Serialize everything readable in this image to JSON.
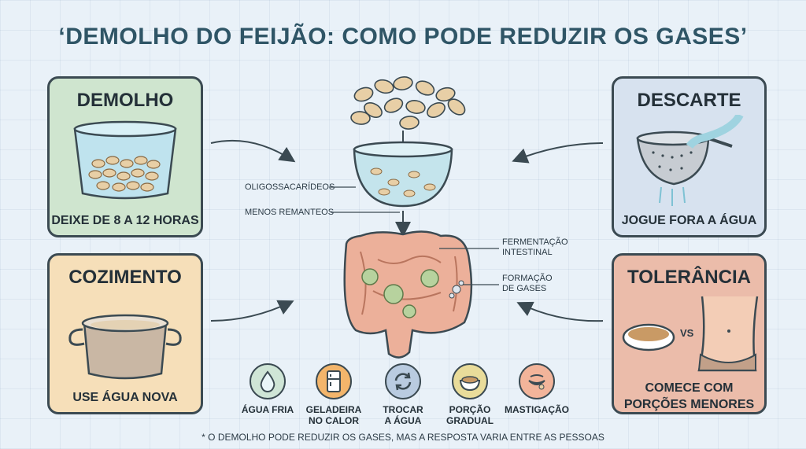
{
  "title": "‘DEMOLHO DO FEIJÃO: COMO PODE REDUZIR OS GASES’",
  "cards": {
    "demolho": {
      "title": "DEMOLHO",
      "caption": "DEIXE DE 8 A 12 HORAS",
      "color": "#cfe5cf"
    },
    "cozimento": {
      "title": "COZIMENTO",
      "caption": "USE ÁGUA NOVA",
      "color": "#f6dfb9"
    },
    "descarte": {
      "title": "DESCARTE",
      "caption": "JOGUE FORA A ÁGUA",
      "color": "#d7e2ef"
    },
    "tolerancia": {
      "title": "TOLERÂNCIA",
      "caption_line1": "COMECE COM",
      "caption_line2": "PORÇÕES MENORES",
      "vs": "VS",
      "color": "#ebbcaa"
    }
  },
  "labels": {
    "oligo": "OLIGOSSACARÍDEOS",
    "remanteos": "MENOS REMANTEOS",
    "ferment_line1": "FERMENTAÇÃO",
    "ferment_line2": "INTESTINAL",
    "formacao_line1": "FORMAÇÃO",
    "formacao_line2": "DE GASES"
  },
  "tips": [
    {
      "line1": "ÁGUA FRIA",
      "line2": "",
      "icon": "water-drop-icon",
      "color": "#cfe5d6"
    },
    {
      "line1": "GELADEIRA",
      "line2": "NO CALOR",
      "icon": "fridge-icon",
      "color": "#f3b56b"
    },
    {
      "line1": "TROCAR",
      "line2": "A ÁGUA",
      "icon": "refresh-icon",
      "color": "#b9cbe0"
    },
    {
      "line1": "PORÇÃO",
      "line2": "GRADUAL",
      "icon": "bowl-icon",
      "color": "#e9dc9a"
    },
    {
      "line1": "MASTIGAÇÃO",
      "line2": "",
      "icon": "mouth-icon",
      "color": "#f2b49a"
    }
  ],
  "footnote": "* O DEMOLHO PODE REDUZIR OS GASES, MAS A RESPOSTA VARIA ENTRE AS PESSOAS"
}
